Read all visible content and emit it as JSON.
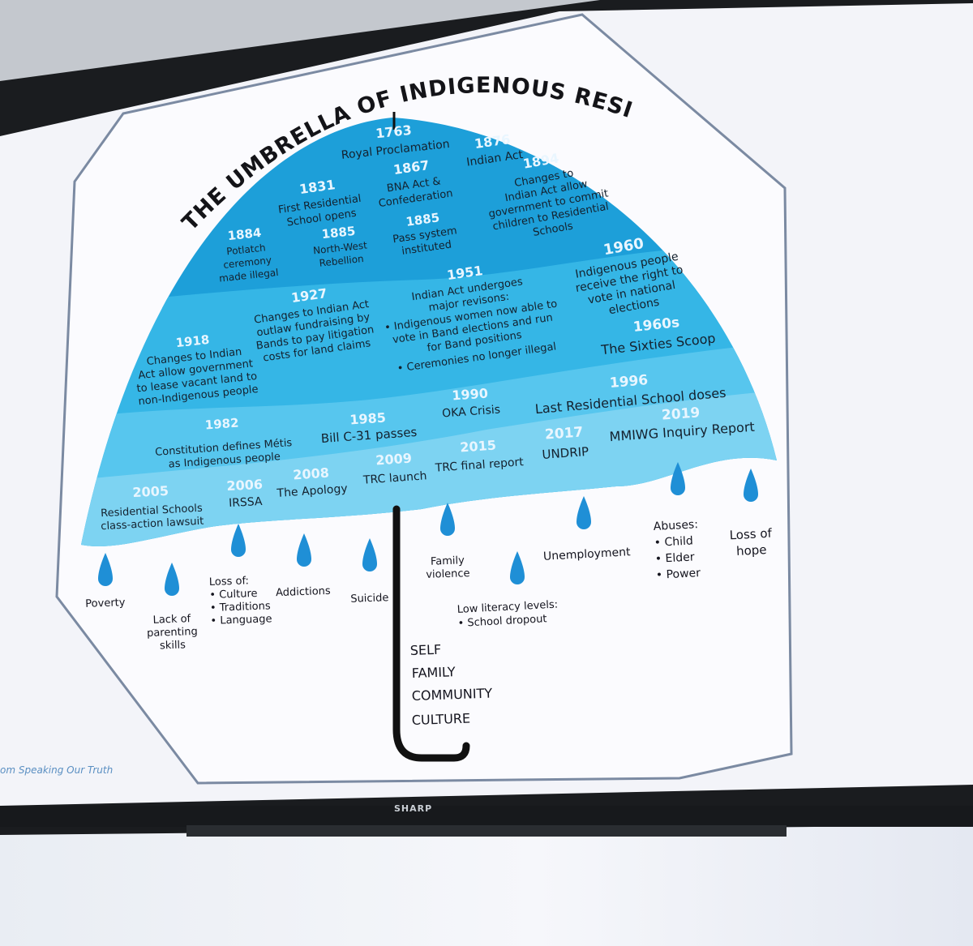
{
  "slide": {
    "title": "THE UMBRELLA OF INDIGENOUS RESILIENCY",
    "source_note": "om Speaking Our Truth",
    "brand": "SHARP"
  },
  "events": [
    {
      "year": "1763",
      "lines": [
        "Royal Proclamation"
      ]
    },
    {
      "year": "1876",
      "lines": [
        "Indian Act"
      ]
    },
    {
      "year": "1831",
      "lines": [
        "First Residential",
        "School opens"
      ]
    },
    {
      "year": "1867",
      "lines": [
        "BNA Act &",
        "Confederation"
      ]
    },
    {
      "year": "1894",
      "lines": [
        "Changes to",
        "Indian Act allow",
        "government to commit",
        "children to Residential",
        "Schools"
      ]
    },
    {
      "year": "1884",
      "lines": [
        "Potlatch",
        "ceremony",
        "made illegal"
      ]
    },
    {
      "year": "1885",
      "lines": [
        "North-West",
        "Rebellion"
      ]
    },
    {
      "year": "1885",
      "lines": [
        "Pass system",
        "instituted"
      ]
    },
    {
      "year": "1960",
      "lines": [
        "Indigenous people",
        "receive the right to",
        "vote in national",
        "elections"
      ]
    },
    {
      "year": "1927",
      "lines": [
        "Changes to Indian Act",
        "outlaw fundraising by",
        "Bands to pay litigation",
        "costs for land claims"
      ]
    },
    {
      "year": "1951",
      "lines": [
        "Indian Act undergoes",
        "major revisons:",
        "• Indigenous women now able to",
        "vote in Band elections and run",
        "for Band positions",
        "• Ceremonies no longer illegal"
      ]
    },
    {
      "year": "1918",
      "lines": [
        "Changes to Indian",
        "Act allow government",
        "to lease vacant land to",
        "non-Indigenous people"
      ]
    },
    {
      "year": "1960s",
      "lines": [
        "The Sixties Scoop"
      ]
    },
    {
      "year": "1996",
      "lines": [
        "Last Residential School doses"
      ]
    },
    {
      "year": "1990",
      "lines": [
        "OKA Crisis"
      ]
    },
    {
      "year": "1982",
      "lines": [
        "Constitution defines Métis",
        "as Indigenous people"
      ]
    },
    {
      "year": "1985",
      "lines": [
        "Bill C-31 passes"
      ]
    },
    {
      "year": "2019",
      "lines": [
        "MMIWG Inquiry Report"
      ]
    },
    {
      "year": "2017",
      "lines": [
        "UNDRIP"
      ]
    },
    {
      "year": "2015",
      "lines": [
        "TRC final report"
      ]
    },
    {
      "year": "2009",
      "lines": [
        "TRC launch"
      ]
    },
    {
      "year": "2008",
      "lines": [
        "The Apology"
      ]
    },
    {
      "year": "2006",
      "lines": [
        "IRSSA"
      ]
    },
    {
      "year": "2005",
      "lines": [
        "Residential Schools",
        "class-action lawsuit"
      ]
    }
  ],
  "drops": [
    {
      "lines": [
        "Poverty"
      ]
    },
    {
      "lines": [
        "Lack of",
        "parenting",
        "skills"
      ]
    },
    {
      "lines": [
        "Loss of:",
        "• Culture",
        "• Traditions",
        "• Language"
      ]
    },
    {
      "lines": [
        "Addictions"
      ]
    },
    {
      "lines": [
        "Suicide"
      ]
    },
    {
      "lines": [
        "Family",
        "violence"
      ]
    },
    {
      "lines": [
        "Low literacy levels:",
        "• School dropout"
      ]
    },
    {
      "lines": [
        "Unemployment"
      ]
    },
    {
      "lines": [
        "Abuses:",
        "• Child",
        "• Elder",
        "• Power"
      ]
    },
    {
      "lines": [
        "Loss of",
        "hope"
      ]
    }
  ],
  "handle_labels": [
    "SELF",
    "FAMILY",
    "COMMUNITY",
    "CULTURE"
  ],
  "colors": {
    "band_1": "#1d9fd9",
    "band_2": "#35b6e6",
    "band_3": "#57c6ee",
    "band_4": "#7dd3f2",
    "drop": "#1f8fd6",
    "handle": "#111111",
    "slide_bg": "#f2f3f8"
  }
}
